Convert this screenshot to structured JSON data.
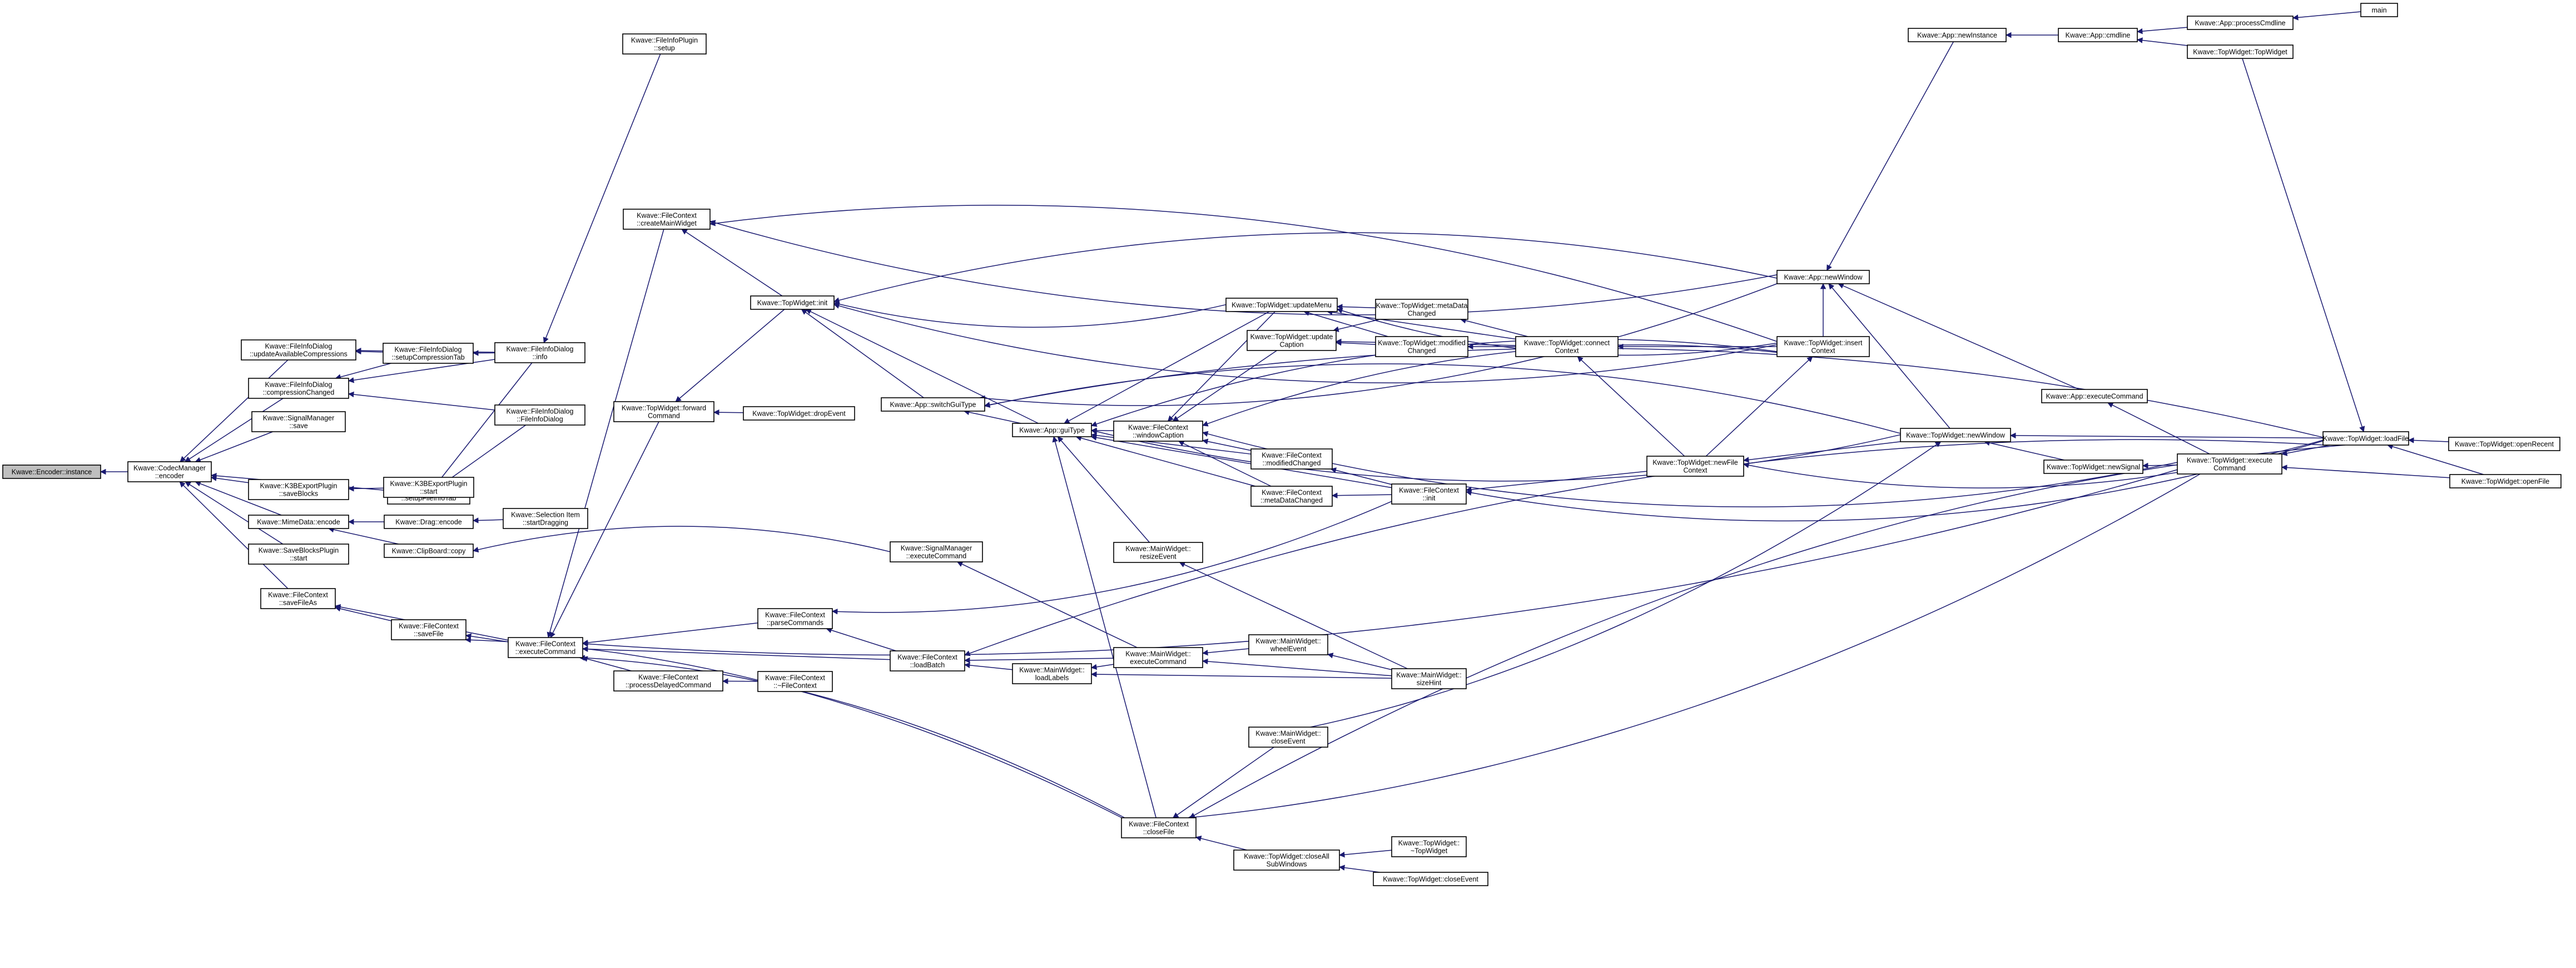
{
  "colors": {
    "edge": "#191970",
    "node_border": "#000000",
    "node_fill": "#ffffff",
    "focus_fill": "#bfbfbf"
  },
  "nodes": [
    {
      "id": "n1",
      "lines": [
        "Kwave::Encoder::instance"
      ],
      "focus": true
    },
    {
      "id": "n2",
      "lines": [
        "Kwave::CodecManager",
        "::encoder"
      ]
    },
    {
      "id": "n3",
      "lines": [
        "Kwave::FileInfoDialog",
        "::updateAvailableCompressions"
      ]
    },
    {
      "id": "n4",
      "lines": [
        "Kwave::FileInfoDialog",
        "::compressionChanged"
      ]
    },
    {
      "id": "n5",
      "lines": [
        "Kwave::SignalManager",
        "::save"
      ]
    },
    {
      "id": "n6",
      "lines": [
        "Kwave::K3BExportPlugin",
        "::saveBlocks"
      ]
    },
    {
      "id": "n7",
      "lines": [
        "Kwave::MimeData::encode"
      ]
    },
    {
      "id": "n8",
      "lines": [
        "Kwave::SaveBlocksPlugin",
        "::start"
      ]
    },
    {
      "id": "n9",
      "lines": [
        "Kwave::FileContext",
        "::saveFileAs"
      ]
    },
    {
      "id": "n10",
      "lines": [
        "Kwave::FileInfoDialog",
        "::setupCompressionTab"
      ]
    },
    {
      "id": "n11",
      "lines": [
        "Kwave::FileInfoDialog",
        "::setupFileInfoTab"
      ]
    },
    {
      "id": "n12",
      "lines": [
        "Kwave::K3BExportPlugin",
        "::start"
      ]
    },
    {
      "id": "n13",
      "lines": [
        "Kwave::Drag::encode"
      ]
    },
    {
      "id": "n14",
      "lines": [
        "Kwave::ClipBoard::copy"
      ]
    },
    {
      "id": "n15",
      "lines": [
        "Kwave::FileContext",
        "::saveFile"
      ]
    },
    {
      "id": "n16",
      "lines": [
        "Kwave::FileInfoPlugin",
        "::setup"
      ]
    },
    {
      "id": "n17",
      "lines": [
        "Kwave::FileInfoDialog",
        "::info"
      ]
    },
    {
      "id": "n18",
      "lines": [
        "Kwave::FileInfoDialog",
        "::FileInfoDialog"
      ]
    },
    {
      "id": "n19",
      "lines": [
        "Kwave::Selection Item",
        "::startDragging"
      ]
    },
    {
      "id": "n20",
      "lines": [
        "Kwave::FileContext",
        "::executeCommand"
      ]
    },
    {
      "id": "n21",
      "lines": [
        "Kwave::FileContext",
        "::createMainWidget"
      ]
    },
    {
      "id": "n22",
      "lines": [
        "Kwave::TopWidget::forward",
        "Command"
      ]
    },
    {
      "id": "n23",
      "lines": [
        "Kwave::FileContext",
        "::processDelayedCommand"
      ]
    },
    {
      "id": "n24",
      "lines": [
        "Kwave::TopWidget::init"
      ]
    },
    {
      "id": "n25",
      "lines": [
        "Kwave::TopWidget::dropEvent"
      ]
    },
    {
      "id": "n26",
      "lines": [
        "Kwave::FileContext",
        "::parseCommands"
      ]
    },
    {
      "id": "n27",
      "lines": [
        "Kwave::FileContext",
        "::~FileContext"
      ]
    },
    {
      "id": "n28",
      "lines": [
        "Kwave::App::switchGuiType"
      ]
    },
    {
      "id": "n29",
      "lines": [
        "Kwave::SignalManager",
        "::executeCommand"
      ]
    },
    {
      "id": "n30",
      "lines": [
        "Kwave::FileContext",
        "::loadBatch"
      ]
    },
    {
      "id": "n31",
      "lines": [
        "Kwave::App::guiType"
      ]
    },
    {
      "id": "n32",
      "lines": [
        "Kwave::MainWidget::",
        "loadLabels"
      ]
    },
    {
      "id": "n33",
      "lines": [
        "Kwave::FileContext",
        "::windowCaption"
      ]
    },
    {
      "id": "n34",
      "lines": [
        "Kwave::MainWidget::",
        "resizeEvent"
      ]
    },
    {
      "id": "n35",
      "lines": [
        "Kwave::MainWidget::",
        "executeCommand"
      ]
    },
    {
      "id": "n36",
      "lines": [
        "Kwave::FileContext",
        "::closeFile"
      ]
    },
    {
      "id": "n37",
      "lines": [
        "Kwave::TopWidget::updateMenu"
      ]
    },
    {
      "id": "n38",
      "lines": [
        "Kwave::TopWidget::update",
        "Caption"
      ]
    },
    {
      "id": "n39",
      "lines": [
        "Kwave::FileContext",
        "::modifiedChanged"
      ]
    },
    {
      "id": "n40",
      "lines": [
        "Kwave::FileContext",
        "::metaDataChanged"
      ]
    },
    {
      "id": "n41",
      "lines": [
        "Kwave::MainWidget::",
        "wheelEvent"
      ]
    },
    {
      "id": "n42",
      "lines": [
        "Kwave::MainWidget::",
        "closeEvent"
      ]
    },
    {
      "id": "n43",
      "lines": [
        "Kwave::TopWidget::closeAll",
        "SubWindows"
      ]
    },
    {
      "id": "n44",
      "lines": [
        "Kwave::TopWidget::metaData",
        "Changed"
      ]
    },
    {
      "id": "n45",
      "lines": [
        "Kwave::TopWidget::modified",
        "Changed"
      ]
    },
    {
      "id": "n46",
      "lines": [
        "Kwave::FileContext",
        "::init"
      ]
    },
    {
      "id": "n47",
      "lines": [
        "Kwave::MainWidget::",
        "sizeHint"
      ]
    },
    {
      "id": "n48",
      "lines": [
        "Kwave::TopWidget::",
        "~TopWidget"
      ]
    },
    {
      "id": "n49",
      "lines": [
        "Kwave::TopWidget::closeEvent"
      ]
    },
    {
      "id": "n50",
      "lines": [
        "Kwave::TopWidget::connect",
        "Context"
      ]
    },
    {
      "id": "n51",
      "lines": [
        "Kwave::TopWidget::newFile",
        "Context"
      ]
    },
    {
      "id": "n52",
      "lines": [
        "Kwave::App::newWindow"
      ]
    },
    {
      "id": "n53",
      "lines": [
        "Kwave::TopWidget::insert",
        "Context"
      ]
    },
    {
      "id": "n54",
      "lines": [
        "Kwave::TopWidget::newWindow"
      ]
    },
    {
      "id": "n55",
      "lines": [
        "Kwave::App::newInstance"
      ]
    },
    {
      "id": "n56",
      "lines": [
        "Kwave::App::executeCommand"
      ]
    },
    {
      "id": "n57",
      "lines": [
        "Kwave::TopWidget::newSignal"
      ]
    },
    {
      "id": "n58",
      "lines": [
        "Kwave::App::cmdline"
      ]
    },
    {
      "id": "n59",
      "lines": [
        "Kwave::TopWidget::execute",
        "Command"
      ]
    },
    {
      "id": "n60",
      "lines": [
        "Kwave::App::processCmdline"
      ]
    },
    {
      "id": "n61",
      "lines": [
        "Kwave::TopWidget::TopWidget"
      ]
    },
    {
      "id": "n62",
      "lines": [
        "Kwave::TopWidget::loadFile"
      ]
    },
    {
      "id": "n63",
      "lines": [
        "main"
      ]
    },
    {
      "id": "n64",
      "lines": [
        "Kwave::TopWidget::openRecent"
      ]
    },
    {
      "id": "n65",
      "lines": [
        "Kwave::TopWidget::openFile"
      ]
    }
  ]
}
